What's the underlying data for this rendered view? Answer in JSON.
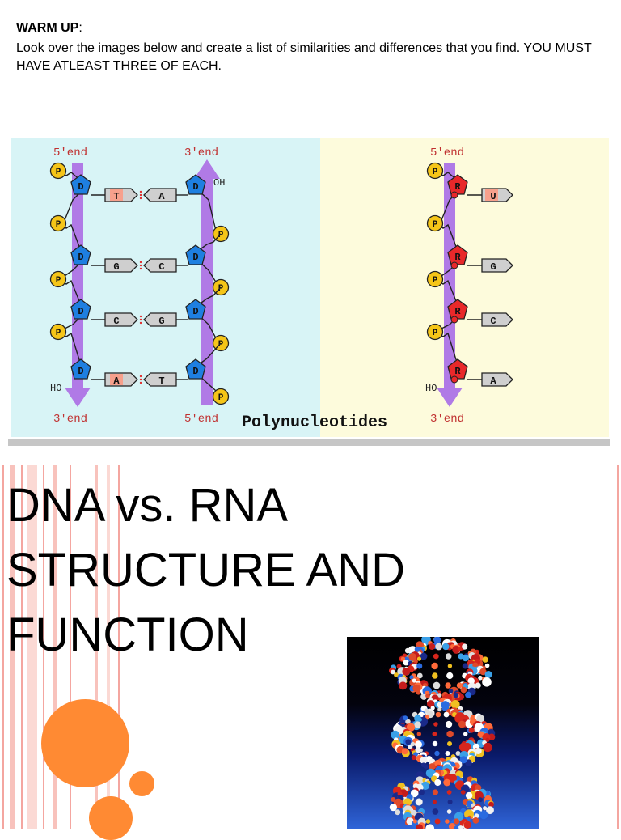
{
  "warmup": {
    "heading": "WARM UP",
    "colon": ":",
    "instructions": "Look over the images below and create a list of similarities and differences that you find. YOU MUST HAVE ATLEAST THREE OF EACH."
  },
  "diagram": {
    "dna_left_top": "5'end",
    "dna_right_top": "3'end",
    "dna_left_bottom": "3'end",
    "dna_right_bottom": "5'end",
    "oh_label": "OH",
    "ho_label": "HO",
    "rna_top": "5'end",
    "rna_bottom": "3'end",
    "rna_ho_label": "HO",
    "caption": "Polynucleotides",
    "phosphate": "P",
    "deoxyribose": "D",
    "ribose": "R",
    "dna_pairs": [
      {
        "left": "T",
        "right": "A"
      },
      {
        "left": "G",
        "right": "C"
      },
      {
        "left": "C",
        "right": "G"
      },
      {
        "left": "A",
        "right": "T"
      }
    ],
    "rna_bases": [
      "U",
      "G",
      "C",
      "A"
    ],
    "colors": {
      "dna_bg": "#d8f4f6",
      "rna_bg": "#fdfbdc",
      "backbone": "#b07ae6",
      "sugar_dna": "#1e7fe0",
      "sugar_rna": "#e8282a",
      "phosphate": "#f5c518",
      "base_pink": "#f7a08c",
      "base_gray": "#cfcfcf"
    }
  },
  "slide": {
    "title": "DNA vs. RNA\nSTRUCTURE AND\nFUNCTION",
    "accent": "#ff8a33"
  }
}
